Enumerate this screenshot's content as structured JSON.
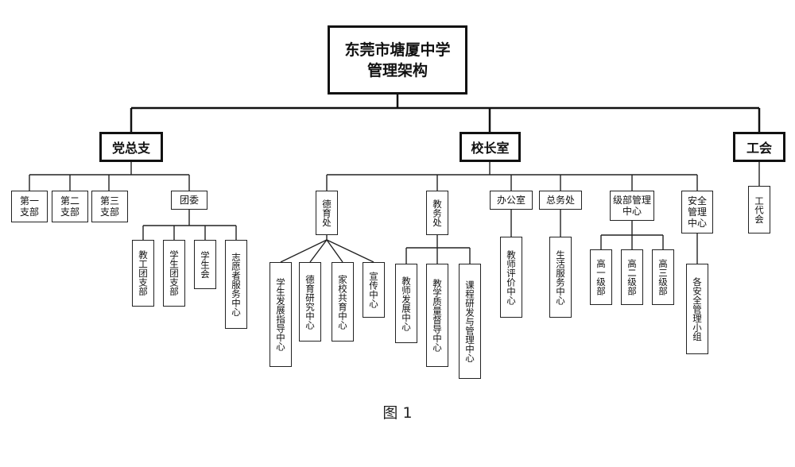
{
  "title": {
    "line1": "东莞市塘厦中学",
    "line2": "管理架构"
  },
  "level1": {
    "party": "党总支",
    "principal": "校长室",
    "union": "工会"
  },
  "party": {
    "branch1": "第一\n支部",
    "branch2": "第二\n支部",
    "branch3": "第三\n支部",
    "league": "团委",
    "league_children": [
      "教工团支部",
      "学生团支部",
      "学生会",
      "志愿者服务中心"
    ]
  },
  "principal": {
    "moral": {
      "label": "德育处",
      "children": [
        "学生发展指导中心",
        "德育研究中心",
        "家校共育中心",
        "宣传中心"
      ]
    },
    "academic": {
      "label": "教务处",
      "children": [
        "教师发展中心",
        "教学质量督导中心",
        "课程研发与管理中心"
      ]
    },
    "office": {
      "label": "办公室",
      "children": [
        "教师评价中心"
      ]
    },
    "general": {
      "label": "总务处",
      "children": [
        "生活服务中心"
      ]
    },
    "grade": {
      "label": "级部管理中心",
      "children": [
        "高一级部",
        "高二级部",
        "高三级部"
      ]
    },
    "safety": {
      "label": "安全管理中心",
      "children": [
        "各安全管理小组"
      ]
    }
  },
  "union": {
    "child": "工代会"
  },
  "caption": "图 1"
}
